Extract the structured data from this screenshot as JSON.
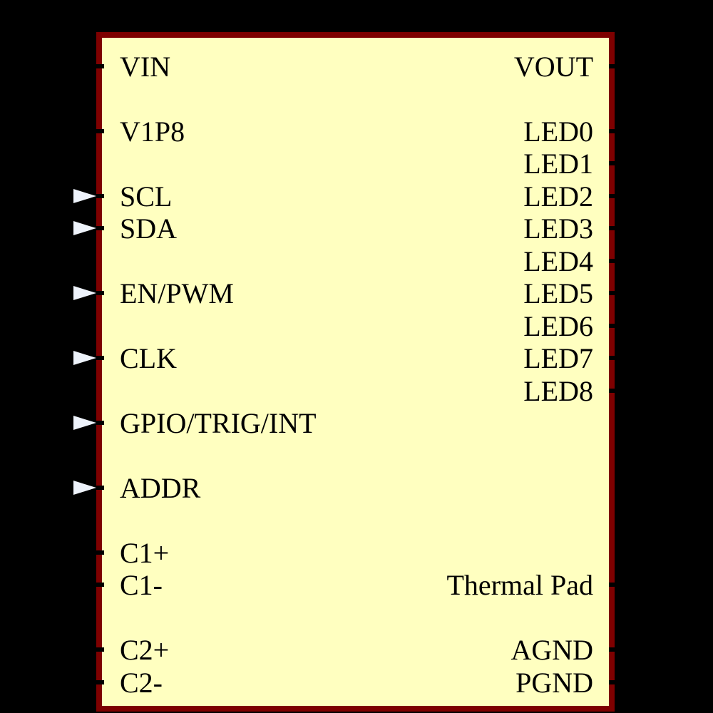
{
  "symbol": {
    "kind": "ic-schematic-symbol",
    "colors": {
      "background": "#000000",
      "body_fill": "#FFFFC0",
      "body_border": "#7E0000",
      "label_text": "#000000",
      "input_arrow": "#EEF3FB",
      "pin_tick": "#000000"
    },
    "pins": {
      "left": [
        {
          "label": "VIN",
          "row": 0,
          "input_arrow": false
        },
        {
          "label": "V1P8",
          "row": 2,
          "input_arrow": false
        },
        {
          "label": "SCL",
          "row": 4,
          "input_arrow": true
        },
        {
          "label": "SDA",
          "row": 5,
          "input_arrow": true
        },
        {
          "label": "EN/PWM",
          "row": 7,
          "input_arrow": true
        },
        {
          "label": "CLK",
          "row": 9,
          "input_arrow": true
        },
        {
          "label": "GPIO/TRIG/INT",
          "row": 11,
          "input_arrow": true
        },
        {
          "label": "ADDR",
          "row": 13,
          "input_arrow": true
        },
        {
          "label": "C1+",
          "row": 15,
          "input_arrow": false
        },
        {
          "label": "C1-",
          "row": 16,
          "input_arrow": false
        },
        {
          "label": "C2+",
          "row": 18,
          "input_arrow": false
        },
        {
          "label": "C2-",
          "row": 19,
          "input_arrow": false
        }
      ],
      "right": [
        {
          "label": "VOUT",
          "row": 0
        },
        {
          "label": "LED0",
          "row": 2
        },
        {
          "label": "LED1",
          "row": 3
        },
        {
          "label": "LED2",
          "row": 4
        },
        {
          "label": "LED3",
          "row": 5
        },
        {
          "label": "LED4",
          "row": 6
        },
        {
          "label": "LED5",
          "row": 7
        },
        {
          "label": "LED6",
          "row": 8
        },
        {
          "label": "LED7",
          "row": 9
        },
        {
          "label": "LED8",
          "row": 10
        },
        {
          "label": "Thermal Pad",
          "row": 16
        },
        {
          "label": "AGND",
          "row": 18
        },
        {
          "label": "PGND",
          "row": 19
        }
      ]
    }
  }
}
